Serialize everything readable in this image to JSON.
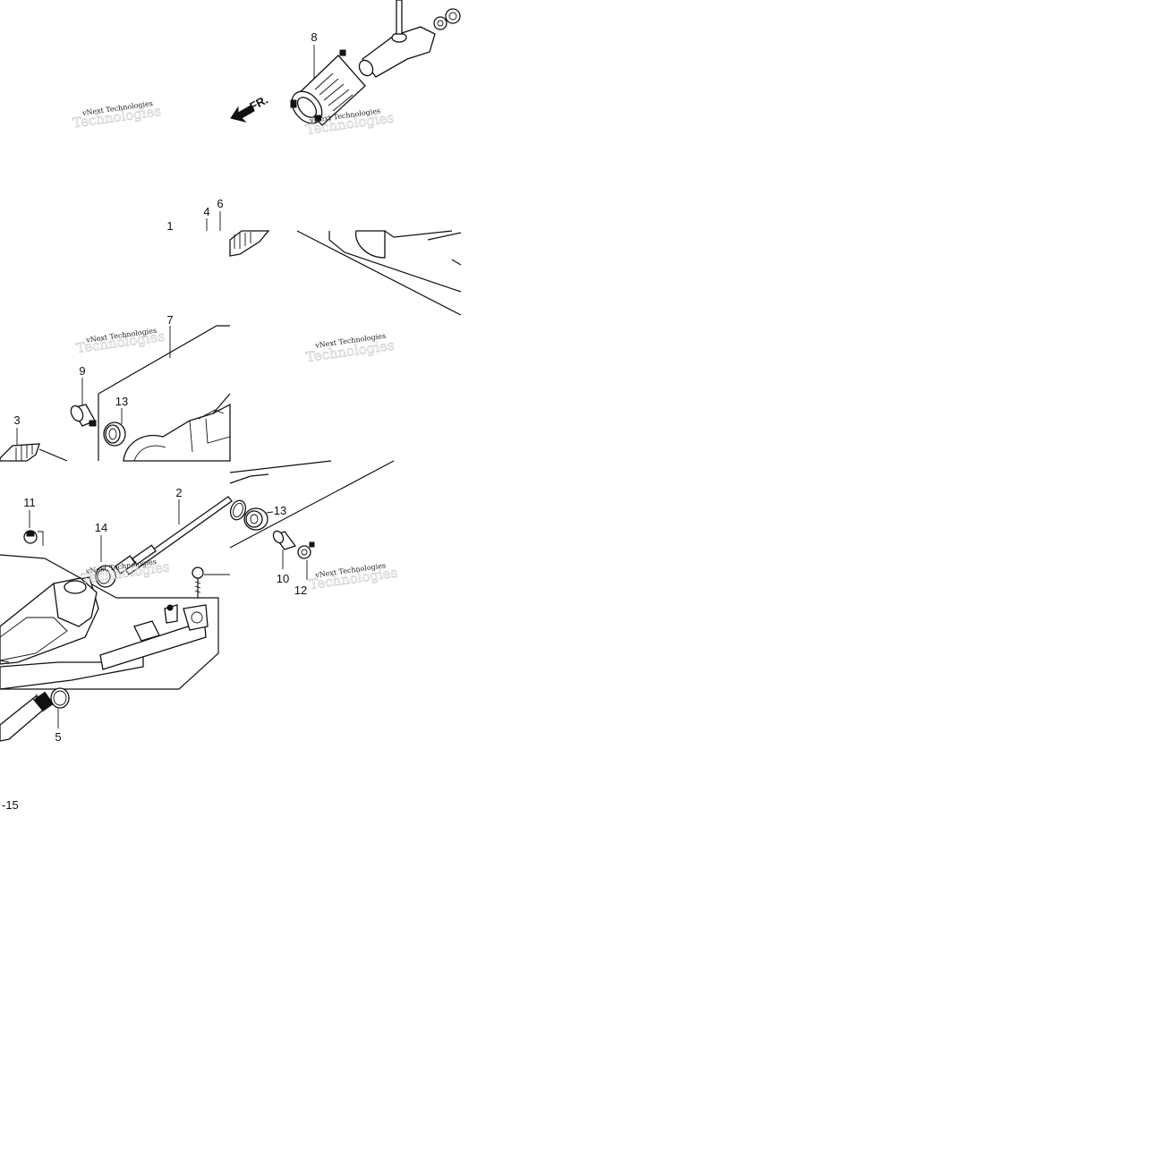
{
  "diagram": {
    "direction_label": "FR.",
    "page_marker": "-15",
    "watermark": "vNext Technologies",
    "watermark_ghost": "Technologies",
    "callouts": [
      "1",
      "2",
      "3",
      "4",
      "5",
      "6",
      "7",
      "8",
      "9",
      "10",
      "11",
      "12",
      "13",
      "13",
      "14"
    ]
  }
}
